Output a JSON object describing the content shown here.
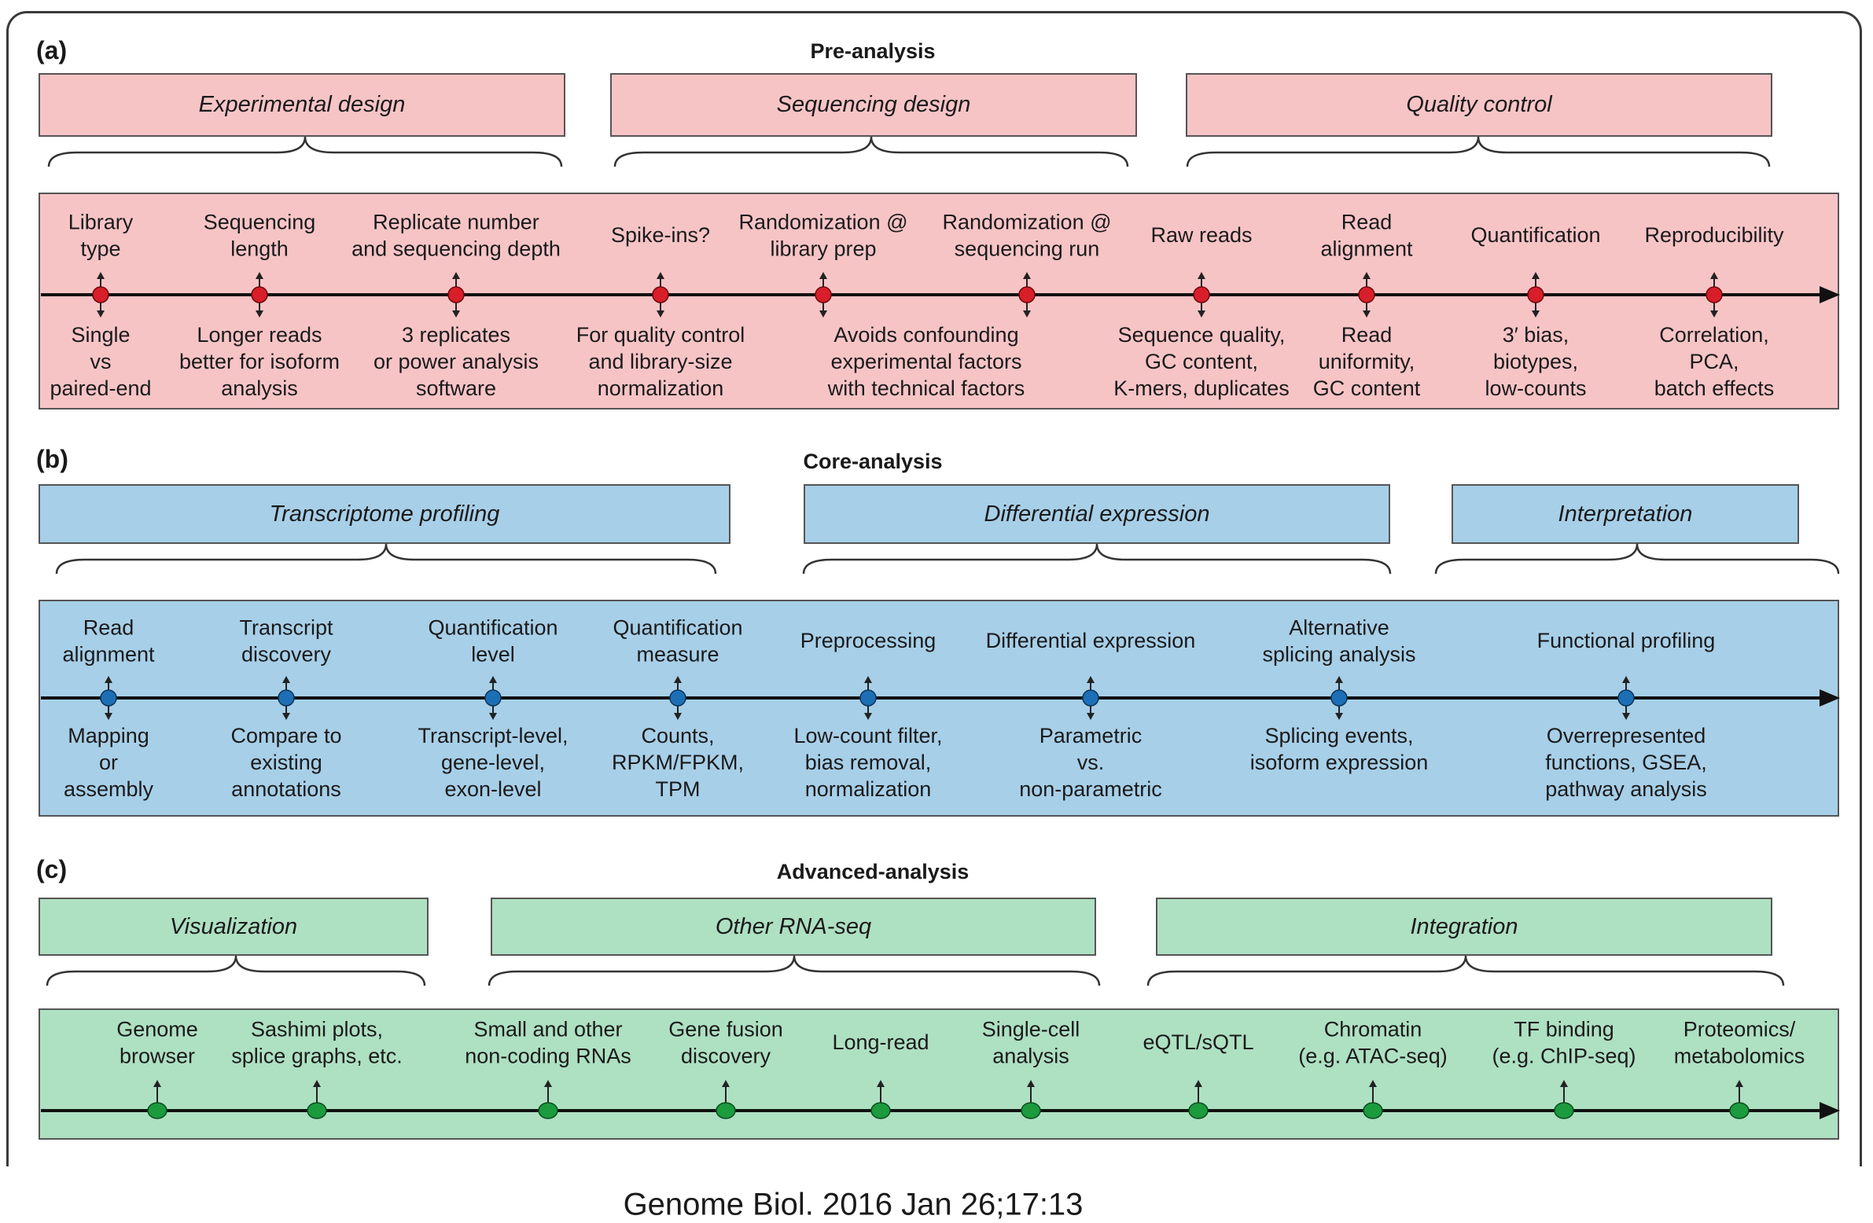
{
  "citation": "Genome Biol. 2016 Jan 26;17:13",
  "colors": {
    "a_fill": "#f7c4c6",
    "a_dot": "#d81e28",
    "b_fill": "#a7cfe8",
    "b_dot": "#1d6fb5",
    "c_fill": "#aee0c2",
    "c_dot": "#1b9a3e",
    "line": "#111111"
  },
  "panels": {
    "a": {
      "letter": "(a)",
      "title": "Pre-analysis",
      "categories": [
        {
          "label": "Experimental design"
        },
        {
          "label": "Sequencing design"
        },
        {
          "label": "Quality control"
        }
      ],
      "steps": [
        {
          "top": "Library\ntype",
          "bottom": "Single\nvs\npaired-end"
        },
        {
          "top": "Sequencing\nlength",
          "bottom": "Longer reads\nbetter for isoform\nanalysis"
        },
        {
          "top": "Replicate number\nand sequencing depth",
          "bottom": "3 replicates\nor power analysis\nsoftware"
        },
        {
          "top": "Spike-ins?",
          "bottom": "For quality control\nand library-size\nnormalization"
        },
        {
          "top": "Randomization @\nlibrary prep",
          "bottom": "Avoids confounding\nexperimental factors\nwith technical factors"
        },
        {
          "top": "Randomization @\nsequencing run",
          "bottom": ""
        },
        {
          "top": "Raw reads",
          "bottom": "Sequence quality,\nGC content,\nK-mers, duplicates"
        },
        {
          "top": "Read\nalignment",
          "bottom": "Read\nuniformity,\nGC content"
        },
        {
          "top": "Quantification",
          "bottom": "3′ bias,\nbiotypes,\nlow-counts"
        },
        {
          "top": "Reproducibility",
          "bottom": "Correlation,\nPCA,\nbatch effects"
        }
      ]
    },
    "b": {
      "letter": "(b)",
      "title": "Core-analysis",
      "categories": [
        {
          "label": "Transcriptome profiling"
        },
        {
          "label": "Differential expression"
        },
        {
          "label": "Interpretation"
        }
      ],
      "steps": [
        {
          "top": "Read\nalignment",
          "bottom": "Mapping\nor\nassembly"
        },
        {
          "top": "Transcript\ndiscovery",
          "bottom": "Compare to\nexisting\nannotations"
        },
        {
          "top": "Quantification\nlevel",
          "bottom": "Transcript-level,\ngene-level,\nexon-level"
        },
        {
          "top": "Quantification\nmeasure",
          "bottom": "Counts,\nRPKM/FPKM,\nTPM"
        },
        {
          "top": "Preprocessing",
          "bottom": "Low-count filter,\nbias removal,\nnormalization"
        },
        {
          "top": "Differential expression",
          "bottom": "Parametric\nvs.\nnon-parametric"
        },
        {
          "top": "Alternative\nsplicing analysis",
          "bottom": "Splicing events,\nisoform expression"
        },
        {
          "top": "Functional profiling",
          "bottom": "Overrepresented\nfunctions, GSEA,\npathway analysis"
        }
      ]
    },
    "c": {
      "letter": "(c)",
      "title": "Advanced-analysis",
      "categories": [
        {
          "label": "Visualization"
        },
        {
          "label": "Other RNA-seq"
        },
        {
          "label": "Integration"
        }
      ],
      "steps": [
        {
          "top": "Genome\nbrowser"
        },
        {
          "top": "Sashimi plots,\nsplice graphs, etc."
        },
        {
          "top": "Small and other\nnon-coding RNAs"
        },
        {
          "top": "Gene fusion\ndiscovery"
        },
        {
          "top": "Long-read"
        },
        {
          "top": "Single-cell\nanalysis"
        },
        {
          "top": "eQTL/sQTL"
        },
        {
          "top": "Chromatin\n(e.g. ATAC-seq)"
        },
        {
          "top": "TF binding\n(e.g. ChIP-seq)"
        },
        {
          "top": "Proteomics/\nmetabolomics"
        }
      ]
    }
  }
}
